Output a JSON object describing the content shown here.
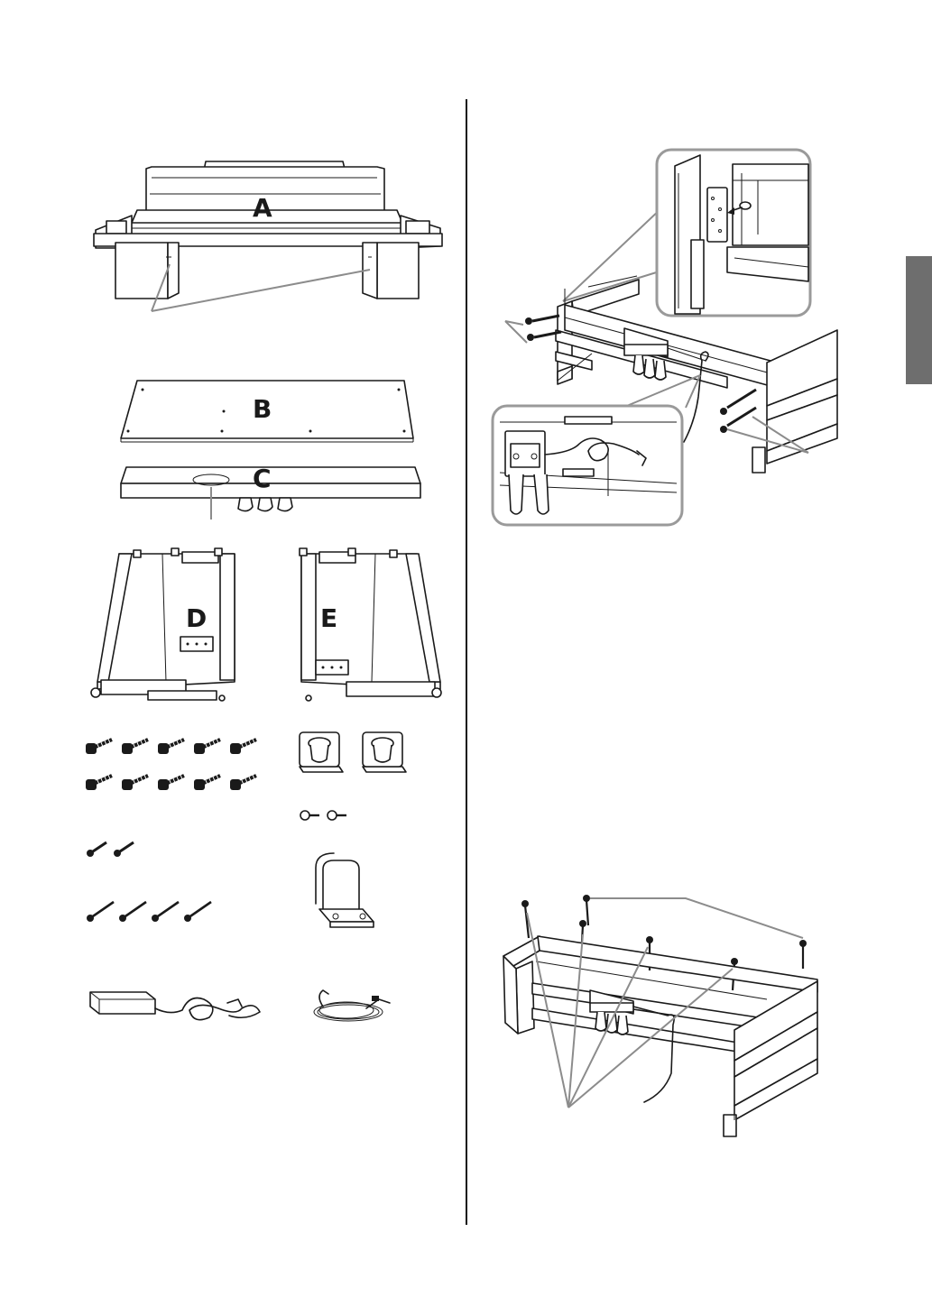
{
  "parts": {
    "a": "A",
    "b": "B",
    "c": "C",
    "d": "D",
    "e": "E"
  },
  "colors": {
    "line": "#1a1a1a",
    "callout_border": "#9a9a9a",
    "side_tab": "#6e6e6e"
  },
  "icons": [
    "piano-main-unit",
    "back-board",
    "pedal-box",
    "side-panel",
    "screw",
    "holder",
    "cable-hook",
    "power-adaptor",
    "power-cord"
  ]
}
